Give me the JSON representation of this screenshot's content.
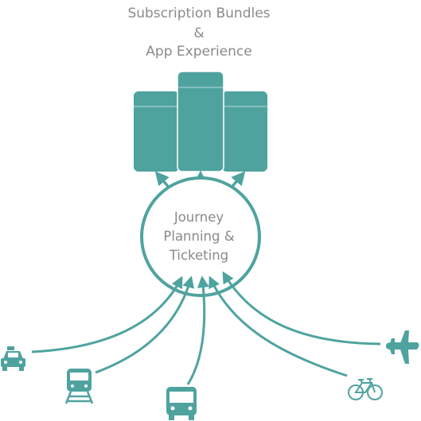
{
  "diagram": {
    "title": {
      "line1": "Subscription Bundles",
      "line2": "&",
      "line3": "App Experience"
    },
    "hub": {
      "line1": "Journey",
      "line2": "Planning &",
      "line3": "Ticketing"
    },
    "bundles": [
      "bundle-left",
      "bundle-center",
      "bundle-right"
    ],
    "transport_modes": [
      "taxi-icon",
      "train-icon",
      "bus-icon",
      "bicycle-icon",
      "airplane-icon"
    ],
    "colors": {
      "accent": "#4fa39f",
      "text": "#8a8a8a"
    }
  }
}
